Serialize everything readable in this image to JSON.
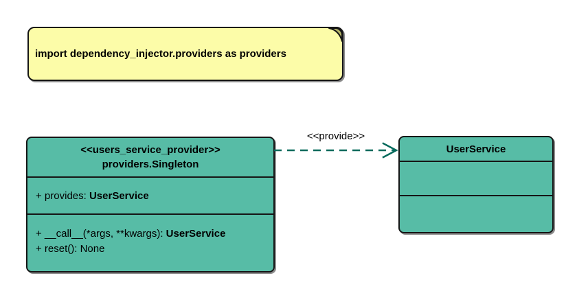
{
  "note": {
    "text": "import dependency_injector.providers as providers"
  },
  "provider_class": {
    "stereotype": "<<users_service_provider>>",
    "name": "providers.Singleton",
    "attributes": [
      {
        "prefix": "+ provides: ",
        "type": "UserService"
      }
    ],
    "methods": [
      {
        "prefix": "+ __call__(*args, **kwargs): ",
        "type": "UserService"
      },
      {
        "prefix": "+ reset(): None",
        "type": ""
      }
    ]
  },
  "user_service_class": {
    "name": "UserService"
  },
  "arrow": {
    "label": "<<provide>>"
  },
  "colors": {
    "class_fill": "#57BCA6",
    "note_fill": "#FCFCA8",
    "note_fold": "#B5B56A",
    "arrow_stroke": "#046A5C",
    "border": "#151515",
    "background": "#FFFFFF"
  }
}
